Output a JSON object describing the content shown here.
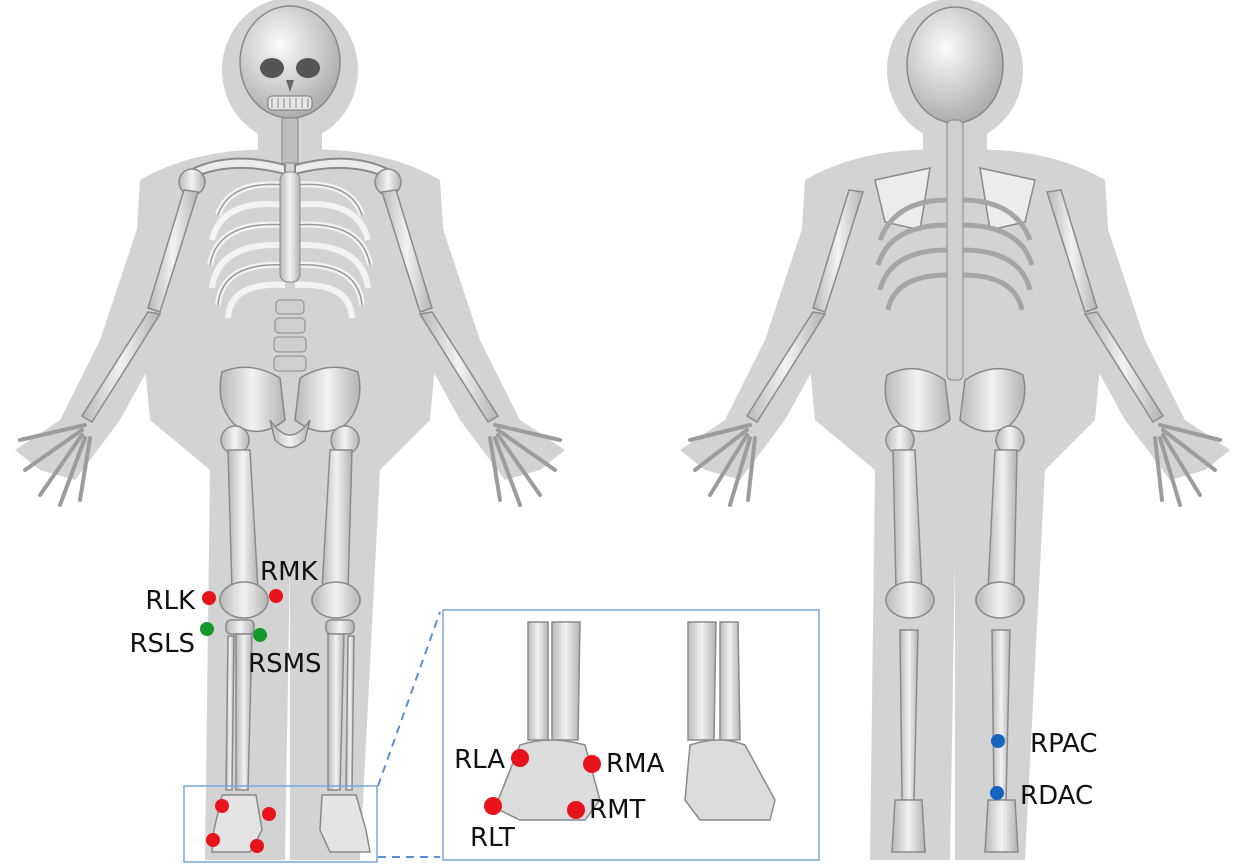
{
  "figure": {
    "views": [
      {
        "name": "anterior-view"
      },
      {
        "name": "posterior-view"
      }
    ],
    "marker_colors": {
      "red": "#e8141b",
      "green": "#129a2a",
      "blue": "#1565c0"
    },
    "markers": [
      {
        "id": "rlk",
        "label": "RLK",
        "color": "red"
      },
      {
        "id": "rmk",
        "label": "RMK",
        "color": "red"
      },
      {
        "id": "rsls",
        "label": "RSLS",
        "color": "green"
      },
      {
        "id": "rsms",
        "label": "RSMS",
        "color": "green"
      },
      {
        "id": "rla",
        "label": "RLA",
        "color": "red"
      },
      {
        "id": "rma",
        "label": "RMA",
        "color": "red"
      },
      {
        "id": "rlt",
        "label": "RLT",
        "color": "red"
      },
      {
        "id": "rmt",
        "label": "RMT",
        "color": "red"
      },
      {
        "id": "rpac",
        "label": "RPAC",
        "color": "blue"
      },
      {
        "id": "rdac",
        "label": "RDAC",
        "color": "blue"
      }
    ]
  }
}
